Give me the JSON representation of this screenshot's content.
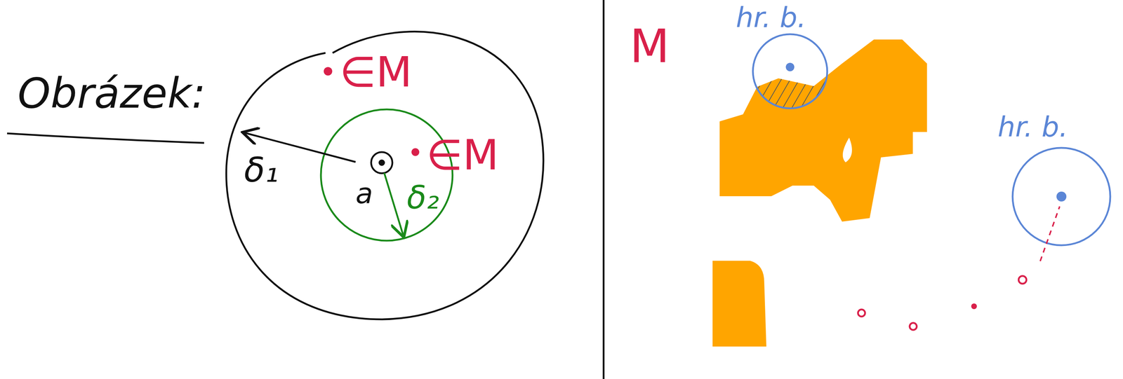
{
  "diagram": {
    "labels": [
      "Obrázek:",
      "∈M",
      "δ₁",
      "a",
      "∈M",
      "δ₂",
      "M",
      "hr. b.",
      "hr. b."
    ]
  }
}
